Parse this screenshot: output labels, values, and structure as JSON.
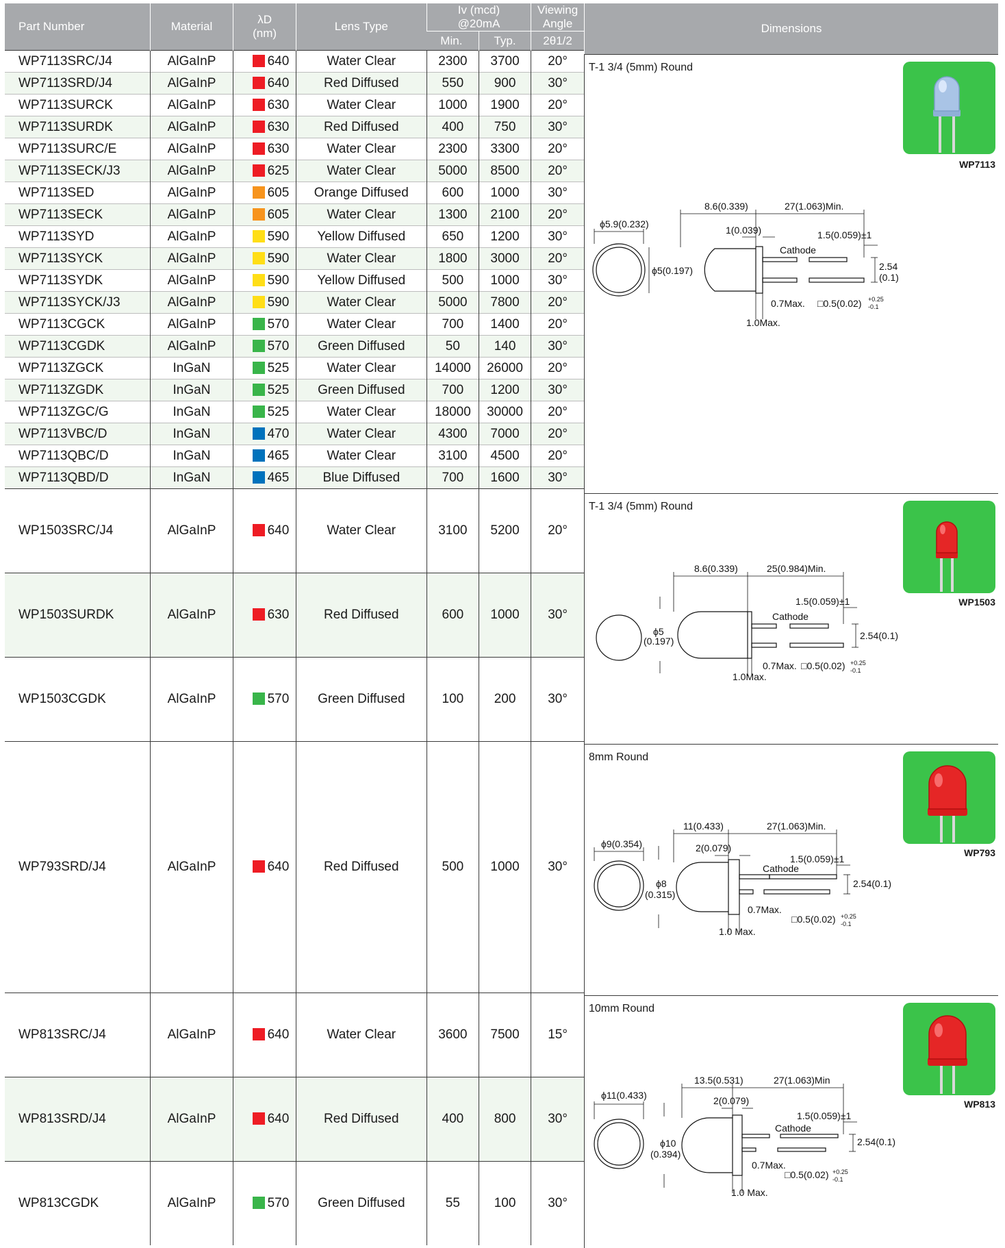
{
  "table_header": {
    "part_number": "Part Number",
    "material": "Material",
    "wavelength_line1": "λD",
    "wavelength_line2": "(nm)",
    "lens_type": "Lens Type",
    "iv_line1": "Iv (mcd)",
    "iv_line2": "@20mA",
    "iv_min": "Min.",
    "iv_typ": "Typ.",
    "angle_line1": "Viewing",
    "angle_line2": "Angle",
    "angle_sub": "2θ1/2",
    "dimensions": "Dimensions"
  },
  "colors": {
    "red": "#ee1c24",
    "orange": "#f7941d",
    "yellow": "#ffde17",
    "green": "#39b54a",
    "blue": "#0072bc",
    "header_gray": "#a7a9ac",
    "row_tint": "#f0f7ef",
    "photo_bg": "#3bc34a"
  },
  "groups": [
    {
      "series": "WP7113",
      "package": "T-1 3/4 (5mm) Round",
      "rows": [
        {
          "part": "WP7113SRC/J4",
          "material": "AlGaInP",
          "color": "red",
          "wavelength": "640",
          "lens": "Water Clear",
          "min": "2300",
          "typ": "3700",
          "angle": "20°"
        },
        {
          "part": "WP7113SRD/J4",
          "material": "AlGaInP",
          "color": "red",
          "wavelength": "640",
          "lens": "Red Diffused",
          "min": "550",
          "typ": "900",
          "angle": "30°"
        },
        {
          "part": "WP7113SURCK",
          "material": "AlGaInP",
          "color": "red",
          "wavelength": "630",
          "lens": "Water Clear",
          "min": "1000",
          "typ": "1900",
          "angle": "20°"
        },
        {
          "part": "WP7113SURDK",
          "material": "AlGaInP",
          "color": "red",
          "wavelength": "630",
          "lens": "Red Diffused",
          "min": "400",
          "typ": "750",
          "angle": "30°"
        },
        {
          "part": "WP7113SURC/E",
          "material": "AlGaInP",
          "color": "red",
          "wavelength": "630",
          "lens": "Water Clear",
          "min": "2300",
          "typ": "3300",
          "angle": "20°"
        },
        {
          "part": "WP7113SECK/J3",
          "material": "AlGaInP",
          "color": "red",
          "wavelength": "625",
          "lens": "Water Clear",
          "min": "5000",
          "typ": "8500",
          "angle": "20°"
        },
        {
          "part": "WP7113SED",
          "material": "AlGaInP",
          "color": "orange",
          "wavelength": "605",
          "lens": "Orange Diffused",
          "min": "600",
          "typ": "1000",
          "angle": "30°"
        },
        {
          "part": "WP7113SECK",
          "material": "AlGaInP",
          "color": "orange",
          "wavelength": "605",
          "lens": "Water Clear",
          "min": "1300",
          "typ": "2100",
          "angle": "20°"
        },
        {
          "part": "WP7113SYD",
          "material": "AlGaInP",
          "color": "yellow",
          "wavelength": "590",
          "lens": "Yellow Diffused",
          "min": "650",
          "typ": "1200",
          "angle": "30°"
        },
        {
          "part": "WP7113SYCK",
          "material": "AlGaInP",
          "color": "yellow",
          "wavelength": "590",
          "lens": "Water Clear",
          "min": "1800",
          "typ": "3000",
          "angle": "20°"
        },
        {
          "part": "WP7113SYDK",
          "material": "AlGaInP",
          "color": "yellow",
          "wavelength": "590",
          "lens": "Yellow Diffused",
          "min": "500",
          "typ": "1000",
          "angle": "30°"
        },
        {
          "part": "WP7113SYCK/J3",
          "material": "AlGaInP",
          "color": "yellow",
          "wavelength": "590",
          "lens": "Water Clear",
          "min": "5000",
          "typ": "7800",
          "angle": "20°"
        },
        {
          "part": "WP7113CGCK",
          "material": "AlGaInP",
          "color": "green",
          "wavelength": "570",
          "lens": "Water Clear",
          "min": "700",
          "typ": "1400",
          "angle": "20°"
        },
        {
          "part": "WP7113CGDK",
          "material": "AlGaInP",
          "color": "green",
          "wavelength": "570",
          "lens": "Green Diffused",
          "min": "50",
          "typ": "140",
          "angle": "30°"
        },
        {
          "part": "WP7113ZGCK",
          "material": "InGaN",
          "color": "green",
          "wavelength": "525",
          "lens": "Water Clear",
          "min": "14000",
          "typ": "26000",
          "angle": "20°"
        },
        {
          "part": "WP7113ZGDK",
          "material": "InGaN",
          "color": "green",
          "wavelength": "525",
          "lens": "Green Diffused",
          "min": "700",
          "typ": "1200",
          "angle": "30°"
        },
        {
          "part": "WP7113ZGC/G",
          "material": "InGaN",
          "color": "green",
          "wavelength": "525",
          "lens": "Water Clear",
          "min": "18000",
          "typ": "30000",
          "angle": "20°"
        },
        {
          "part": "WP7113VBC/D",
          "material": "InGaN",
          "color": "blue",
          "wavelength": "470",
          "lens": "Water Clear",
          "min": "4300",
          "typ": "7000",
          "angle": "20°"
        },
        {
          "part": "WP7113QBC/D",
          "material": "InGaN",
          "color": "blue",
          "wavelength": "465",
          "lens": "Water Clear",
          "min": "3100",
          "typ": "4500",
          "angle": "20°"
        },
        {
          "part": "WP7113QBD/D",
          "material": "InGaN",
          "color": "blue",
          "wavelength": "465",
          "lens": "Blue Diffused",
          "min": "700",
          "typ": "1600",
          "angle": "30°"
        }
      ]
    },
    {
      "series": "WP1503",
      "package": "T-1 3/4 (5mm) Round",
      "rows": [
        {
          "part": "WP1503SRC/J4",
          "material": "AlGaInP",
          "color": "red",
          "wavelength": "640",
          "lens": "Water Clear",
          "min": "3100",
          "typ": "5200",
          "angle": "20°"
        },
        {
          "part": "WP1503SURDK",
          "material": "AlGaInP",
          "color": "red",
          "wavelength": "630",
          "lens": "Red Diffused",
          "min": "600",
          "typ": "1000",
          "angle": "30°"
        },
        {
          "part": "WP1503CGDK",
          "material": "AlGaInP",
          "color": "green",
          "wavelength": "570",
          "lens": "Green Diffused",
          "min": "100",
          "typ": "200",
          "angle": "30°"
        }
      ]
    },
    {
      "series": "WP793",
      "package": "8mm Round",
      "rows": [
        {
          "part": "WP793SRD/J4",
          "material": "AlGaInP",
          "color": "red",
          "wavelength": "640",
          "lens": "Red Diffused",
          "min": "500",
          "typ": "1000",
          "angle": "30°"
        }
      ]
    },
    {
      "series": "WP813",
      "package": "10mm Round",
      "rows": [
        {
          "part": "WP813SRC/J4",
          "material": "AlGaInP",
          "color": "red",
          "wavelength": "640",
          "lens": "Water Clear",
          "min": "3600",
          "typ": "7500",
          "angle": "15°"
        },
        {
          "part": "WP813SRD/J4",
          "material": "AlGaInP",
          "color": "red",
          "wavelength": "640",
          "lens": "Red Diffused",
          "min": "400",
          "typ": "800",
          "angle": "30°"
        },
        {
          "part": "WP813CGDK",
          "material": "AlGaInP",
          "color": "green",
          "wavelength": "570",
          "lens": "Green Diffused",
          "min": "55",
          "typ": "100",
          "angle": "30°"
        }
      ]
    }
  ],
  "drawings": {
    "wp7113": {
      "front_dia": "ϕ5.9(0.232)",
      "body_len": "8.6(0.339)",
      "lead_len": "27(1.063)Min.",
      "flange": "1(0.039)",
      "tol": "1.5(0.059)±1",
      "cathode": "Cathode",
      "body_dia": "ϕ5(0.197)",
      "pitch_a": "2.54",
      "pitch_b": "(0.1)",
      "max07": "0.7Max.",
      "lead_sq": "□0.5(0.02)",
      "tol_up": "+0.25",
      "tol_dn": "-0.1",
      "max10": "1.0Max."
    },
    "wp1503": {
      "body_len": "8.6(0.339)",
      "lead_len": "25(0.984)Min.",
      "tol": "1.5(0.059)±1",
      "cathode": "Cathode",
      "body_dia_a": "ϕ5",
      "body_dia_b": "(0.197)",
      "pitch": "2.54(0.1)",
      "max07": "0.7Max.",
      "lead_sq": "□0.5(0.02)",
      "tol_up": "+0.25",
      "tol_dn": "-0.1",
      "max10": "1.0Max."
    },
    "wp793": {
      "front_dia": "ϕ9(0.354)",
      "body_len": "11(0.433)",
      "lead_len": "27(1.063)Min.",
      "flange": "2(0.079)",
      "tol": "1.5(0.059)±1",
      "cathode": "Cathode",
      "body_dia_a": "ϕ8",
      "body_dia_b": "(0.315)",
      "pitch": "2.54(0.1)",
      "max07": "0.7Max.",
      "lead_sq": "□0.5(0.02)",
      "tol_up": "+0.25",
      "tol_dn": "-0.1",
      "max10": "1.0 Max."
    },
    "wp813": {
      "front_dia": "ϕ11(0.433)",
      "body_len": "13.5(0.531)",
      "lead_len": "27(1.063)Min",
      "flange": "2(0.079)",
      "tol": "1.5(0.059)±1",
      "cathode": "Cathode",
      "body_dia_a": "ϕ10",
      "body_dia_b": "(0.394)",
      "pitch": "2.54(0.1)",
      "max07": "0.7Max.",
      "lead_sq": "□0.5(0.02)",
      "tol_up": "+0.25",
      "tol_dn": "-0.1",
      "max10": "1.0 Max."
    }
  }
}
